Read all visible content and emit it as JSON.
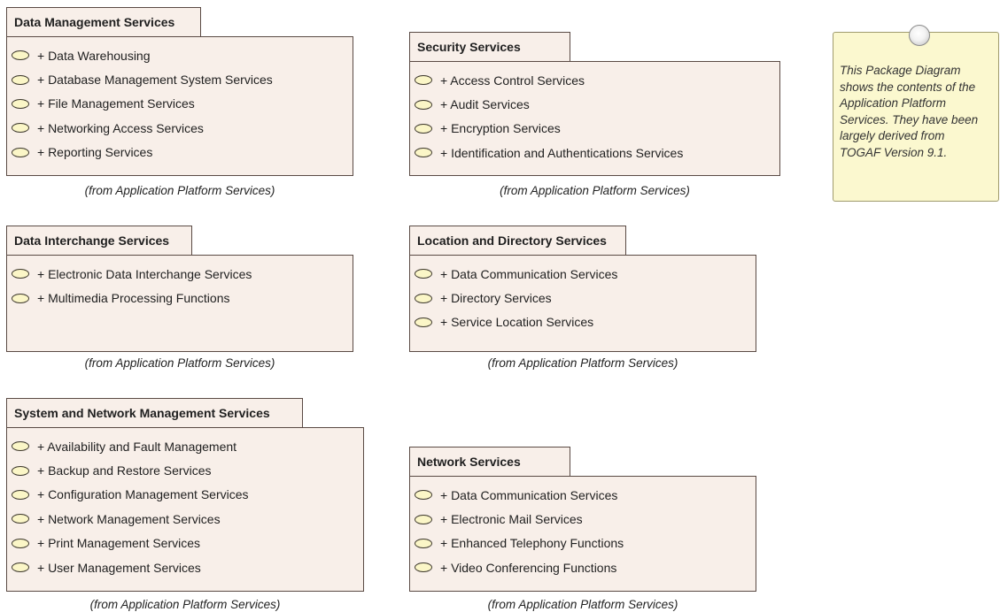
{
  "packages": [
    {
      "title": "Data Management Services",
      "items": [
        "+ Data Warehousing",
        "+ Database Management System Services",
        "+ File Management Services",
        "+ Networking Access Services",
        "+ Reporting Services"
      ],
      "from": "(from Application Platform Services)"
    },
    {
      "title": "Security Services",
      "items": [
        "+ Access Control Services",
        "+ Audit Services",
        "+ Encryption Services",
        "+ Identification and Authentications Services"
      ],
      "from": "(from Application Platform Services)"
    },
    {
      "title": "Data Interchange Services",
      "items": [
        "+ Electronic Data Interchange Services",
        "+ Multimedia Processing Functions"
      ],
      "from": "(from Application Platform Services)"
    },
    {
      "title": "Location and Directory Services",
      "items": [
        "+ Data Communication Services",
        "+ Directory Services",
        "+ Service Location Services"
      ],
      "from": "(from Application Platform Services)"
    },
    {
      "title": "System and Network Management Services",
      "items": [
        "+ Availability and Fault Management",
        "+ Backup and Restore Services",
        "+ Configuration Management Services",
        "+ Network Management Services",
        "+ Print Management Services",
        "+ User Management Services"
      ],
      "from": "(from Application Platform Services)"
    },
    {
      "title": "Network Services",
      "items": [
        "+ Data Communication Services",
        "+ Electronic Mail Services",
        "+ Enhanced Telephony Functions",
        "+ Video Conferencing Functions"
      ],
      "from": "(from Application Platform Services)"
    }
  ],
  "note": {
    "lines": [
      "This Package Diagram",
      "shows the contents of the",
      "Application Platform",
      "Services. They have been",
      "largely derived from",
      "TOGAF Version 9.1."
    ]
  }
}
